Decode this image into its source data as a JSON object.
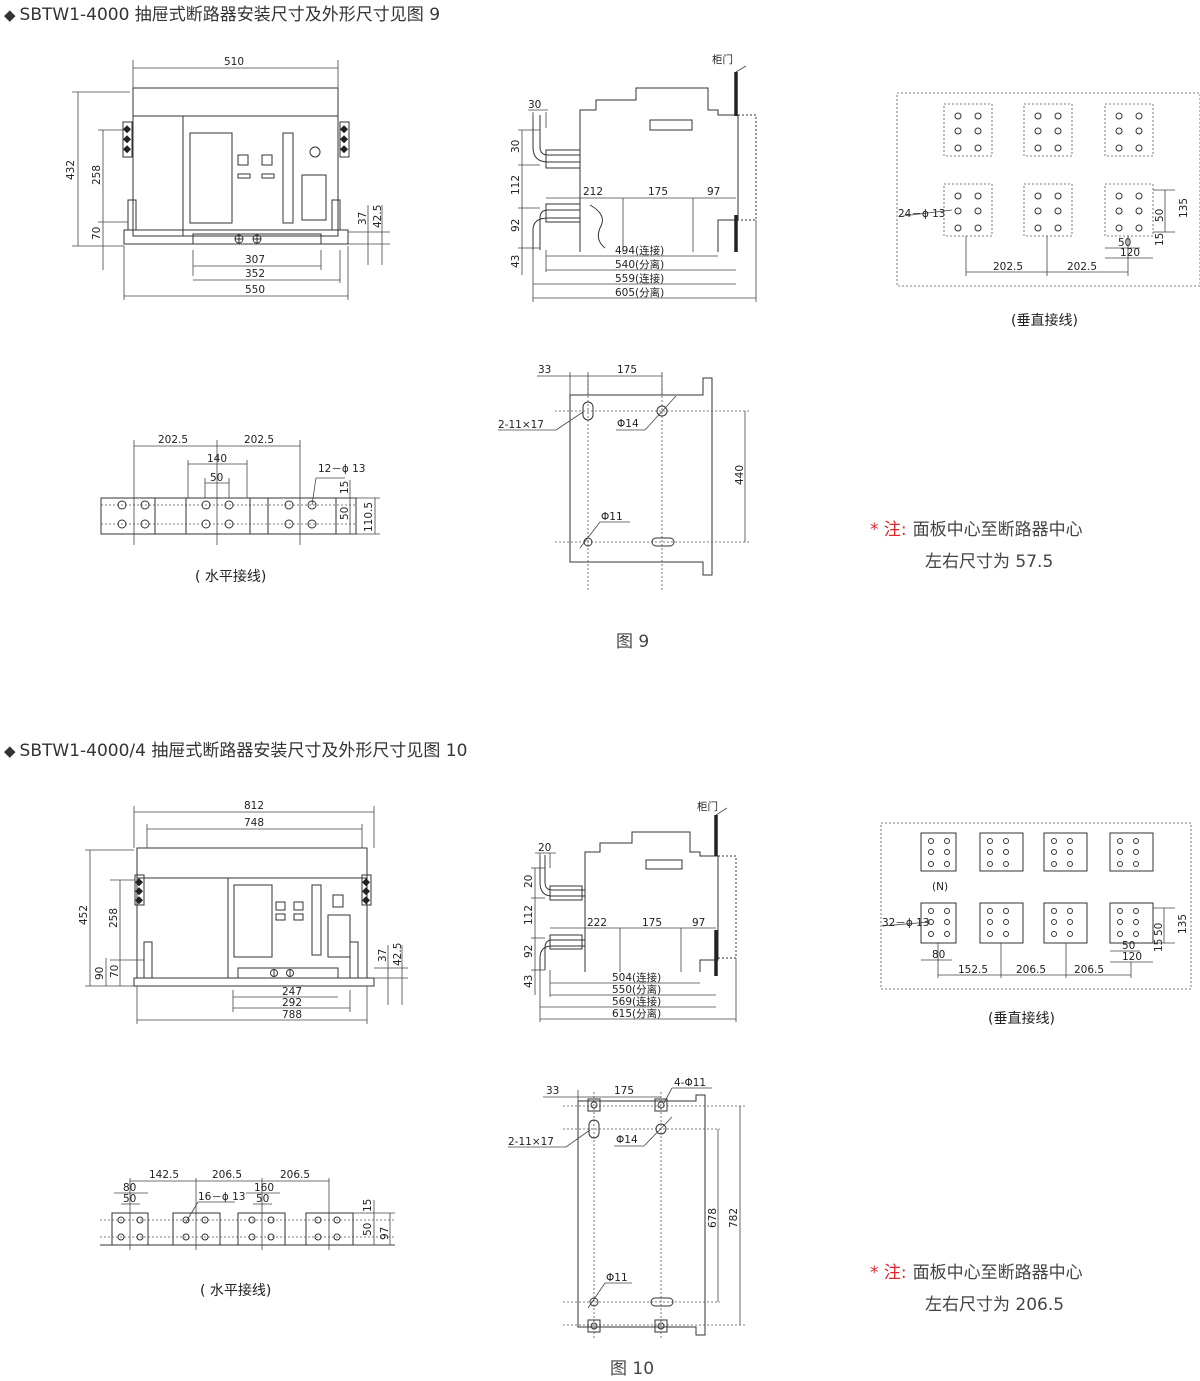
{
  "fig9": {
    "heading": "SBTW1-4000 抽屉式断路器安装尺寸及外形尺寸见图 9",
    "caption": "图 9",
    "vertical_label": "(垂直接线)",
    "horizontal_label": "( 水平接线)",
    "note_star": "*",
    "note_label": "注:",
    "note_line1": "面板中心至断路器中心",
    "note_line2": "左右尺寸为 57.5",
    "front": {
      "top": "510",
      "h_total": "432",
      "h_mid": "258",
      "h_low": "70",
      "d37": "37",
      "d42": "42.5",
      "w307": "307",
      "w352": "352",
      "w550": "550"
    },
    "side": {
      "cabinet_door": "柜门",
      "d30a": "30",
      "d30b": "30",
      "d112": "112",
      "d92": "92",
      "d43": "43",
      "d212": "212",
      "d175": "175",
      "d97": "97",
      "l494": "494(连接)",
      "l540": "540(分离)",
      "l559": "559(连接)",
      "l605": "605(分离)"
    },
    "vert": {
      "holes": "24－ϕ 13",
      "d135": "135",
      "d50v": "50",
      "d15": "15",
      "d50h": "50",
      "d120": "120",
      "d202a": "202.5",
      "d202b": "202.5"
    },
    "mount": {
      "d33": "33",
      "d175": "175",
      "slot": "2-11×17",
      "phi14": "Φ14",
      "phi11": "Φ11",
      "d440": "440"
    },
    "horiz": {
      "d202a": "202.5",
      "d202b": "202.5",
      "d140": "140",
      "d50": "50",
      "holes": "12－ϕ 13",
      "d15": "15",
      "d50v": "50",
      "d110": "110.5"
    }
  },
  "fig10": {
    "heading": "SBTW1-4000/4 抽屉式断路器安装尺寸及外形尺寸见图 10",
    "caption": "图 10",
    "vertical_label": "(垂直接线)",
    "horizontal_label": "( 水平接线)",
    "note_star": "*",
    "note_label": "注:",
    "note_line1": "面板中心至断路器中心",
    "note_line2": "左右尺寸为 206.5",
    "front": {
      "w812": "812",
      "w748": "748",
      "h452": "452",
      "h258": "258",
      "h90": "90",
      "h70": "70",
      "d37": "37",
      "d42": "42.5",
      "w247": "247",
      "w292": "292",
      "w788": "788"
    },
    "side": {
      "cabinet_door": "柜门",
      "d20a": "20",
      "d20b": "20",
      "d112": "112",
      "d92": "92",
      "d43": "43",
      "d222": "222",
      "d175": "175",
      "d97": "97",
      "l504": "504(连接)",
      "l550": "550(分离)",
      "l569": "569(连接)",
      "l615": "615(分离)"
    },
    "vert": {
      "neutral": "(N)",
      "holes": "32－ϕ 13",
      "d135": "135",
      "d50v": "50",
      "d15": "15",
      "d50h": "50",
      "d120": "120",
      "d80": "80",
      "d152": "152.5",
      "d206a": "206.5",
      "d206b": "206.5"
    },
    "mount": {
      "d33": "33",
      "d175": "175",
      "holes4": "4-Φ11",
      "slot": "2-11×17",
      "phi14": "Φ14",
      "phi11": "Φ11",
      "d678": "678",
      "d782": "782"
    },
    "horiz": {
      "d142": "142.5",
      "d206a": "206.5",
      "d206b": "206.5",
      "d80": "80",
      "d50": "50",
      "holes": "16－ϕ 13",
      "d160": "160",
      "d50b": "50",
      "d15": "15",
      "d50v": "50",
      "d97": "97"
    }
  }
}
